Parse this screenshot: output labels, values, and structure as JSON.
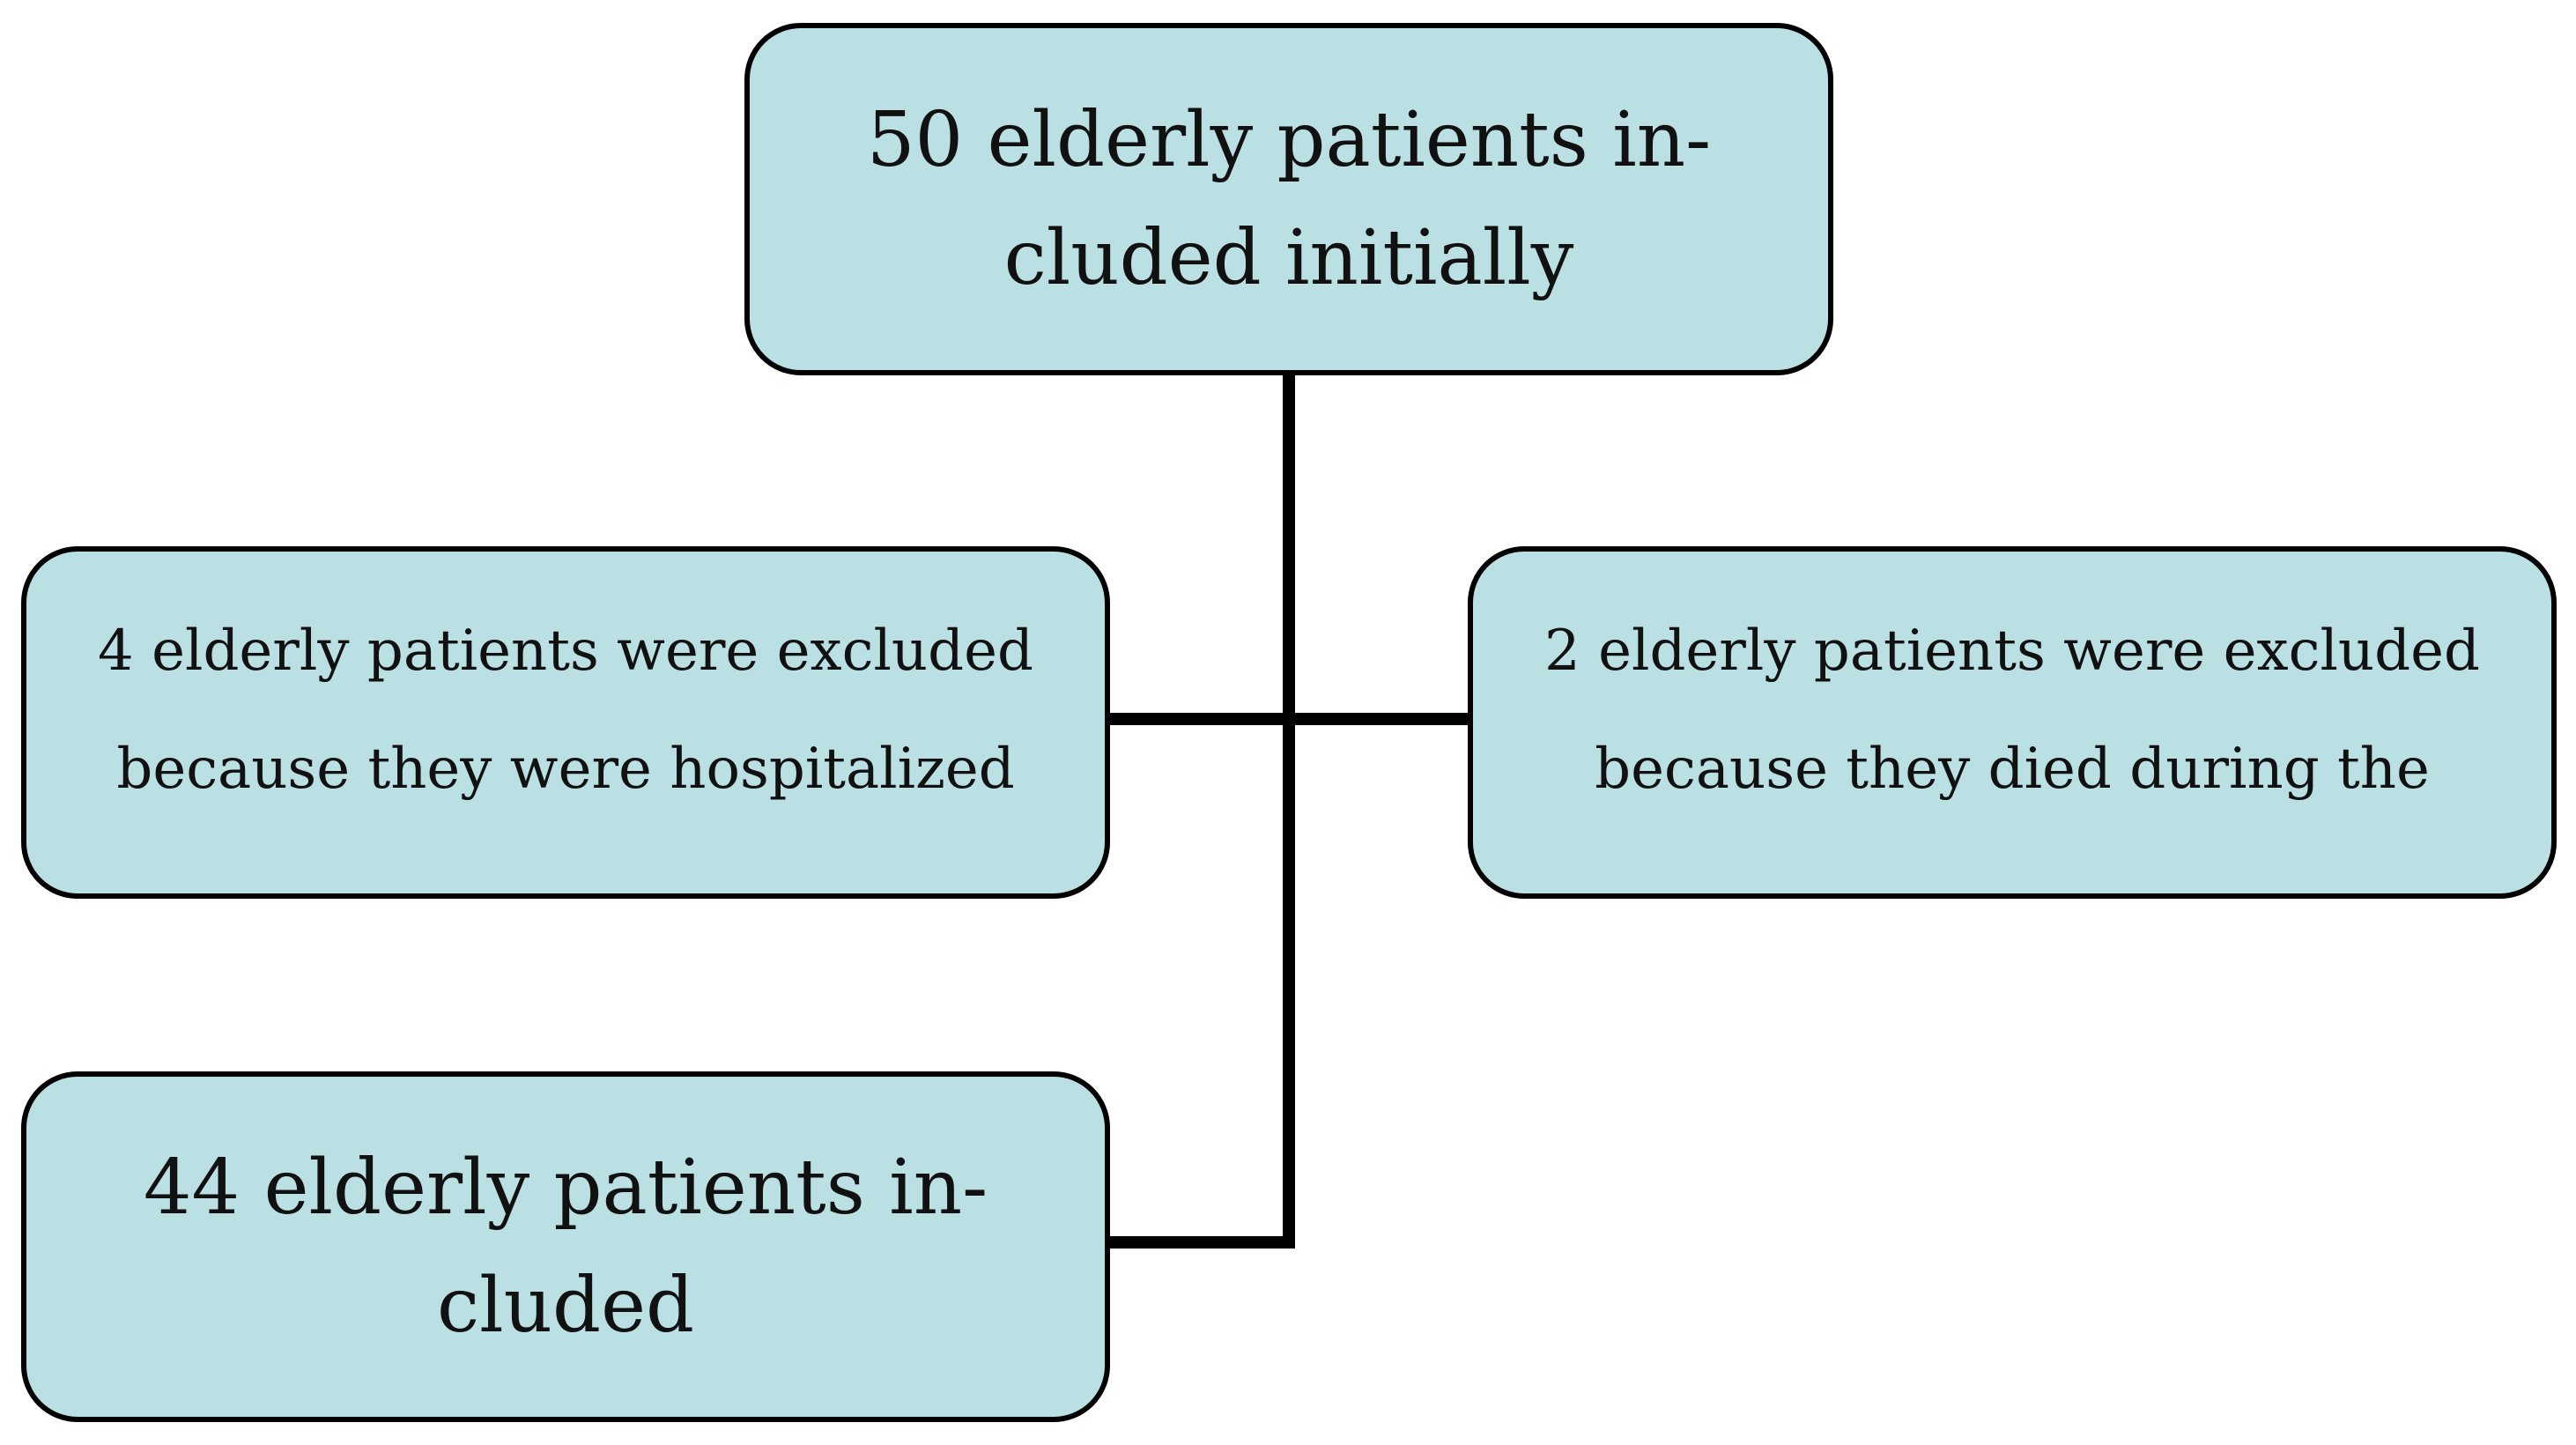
{
  "diagram": {
    "top_box": {
      "lines": [
        "50 elderly patients in-",
        "cluded initially"
      ]
    },
    "left_box": {
      "lines": [
        "4 elderly patients were excluded",
        "because they were hospitalized"
      ]
    },
    "right_box": {
      "lines": [
        "2 elderly patients were excluded",
        "because they died during the"
      ]
    },
    "bottom_box": {
      "lines": [
        "44 elderly patients in-",
        "cluded"
      ]
    },
    "colors": {
      "box_fill": "#bbe0e3",
      "border": "#000000",
      "connector": "#000000"
    }
  }
}
